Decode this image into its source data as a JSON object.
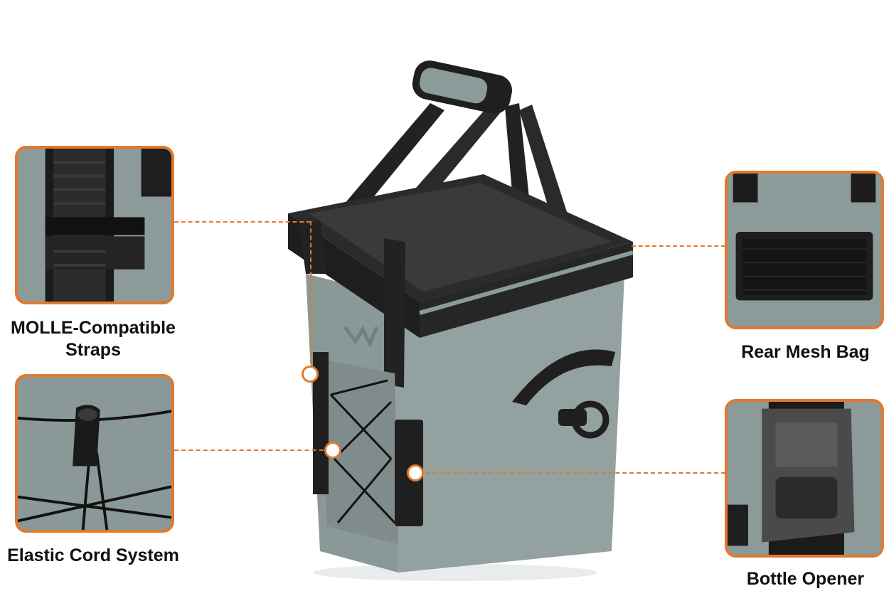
{
  "colors": {
    "accent": "#e07a2e",
    "body": "#8c9a99",
    "strap": "#1c1c1c"
  },
  "features": {
    "molle": {
      "line1": "MOLLE-Compatible",
      "line2": "Straps",
      "icon": "molle-strap-closeup"
    },
    "elastic": {
      "label": "Elastic Cord System",
      "icon": "bungee-cord-closeup"
    },
    "mesh": {
      "label": "Rear Mesh Bag",
      "icon": "mesh-pocket-closeup"
    },
    "opener": {
      "label": "Bottle Opener",
      "icon": "bottle-opener-closeup"
    }
  },
  "product": {
    "icon": "soft-cooler-bag"
  }
}
